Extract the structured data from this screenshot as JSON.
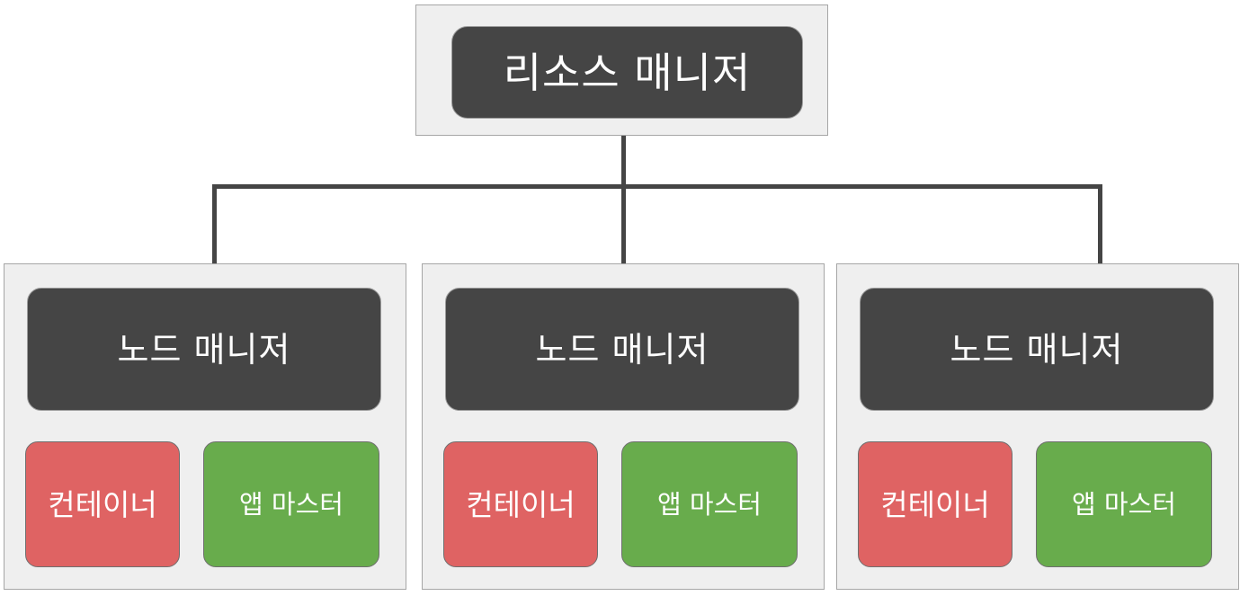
{
  "diagram": {
    "type": "hierarchy-tree",
    "title_node": {
      "label": "리소스 매니저",
      "role": "resource-manager",
      "box_color": "#454545",
      "text_color": "#ffffff"
    },
    "nodes": [
      {
        "label": "노드 매니저",
        "role": "node-manager",
        "box_color": "#454545",
        "children": [
          {
            "label": "컨테이너",
            "role": "container",
            "color": "#df6363"
          },
          {
            "label": "앱 마스터",
            "role": "app-master",
            "color": "#68ac4c"
          }
        ]
      },
      {
        "label": "노드 매니저",
        "role": "node-manager",
        "box_color": "#454545",
        "children": [
          {
            "label": "컨테이너",
            "role": "container",
            "color": "#df6363"
          },
          {
            "label": "앱 마스터",
            "role": "app-master",
            "color": "#68ac4c"
          }
        ]
      },
      {
        "label": "노드 매니저",
        "role": "node-manager",
        "box_color": "#454545",
        "children": [
          {
            "label": "컨테이너",
            "role": "container",
            "color": "#df6363"
          },
          {
            "label": "앱 마스터",
            "role": "app-master",
            "color": "#68ac4c"
          }
        ]
      }
    ],
    "colors": {
      "panel_background": "#efefef",
      "panel_border": "#a6a6a6",
      "dark_box": "#454545",
      "connector": "#454545",
      "container_red": "#df6363",
      "appmaster_green": "#68ac4c",
      "page_background": "#ffffff"
    },
    "connector_count": 3
  }
}
